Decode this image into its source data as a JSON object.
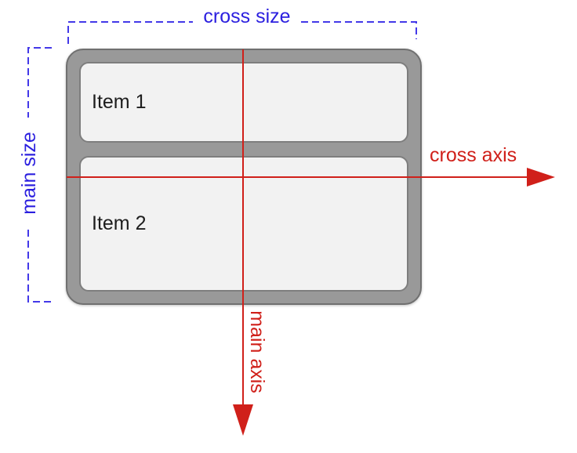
{
  "diagram": {
    "title": "flexbox main and cross axis diagram",
    "container": {
      "items": [
        {
          "label": "Item 1"
        },
        {
          "label": "Item 2"
        }
      ]
    },
    "labels": {
      "cross_size": "cross size",
      "main_size": "main size",
      "cross_axis": "cross axis",
      "main_axis": "main axis"
    },
    "colors": {
      "size_blue": "#2b1fdf",
      "bracket_blue": "#4338e8",
      "axis_red": "#d0201a",
      "container_fill": "#999999",
      "container_border": "#707070",
      "item_fill": "#f2f2f2",
      "item_border": "#7e7e7e",
      "item_text": "#1d1d1d",
      "background": "#ffffff"
    }
  }
}
